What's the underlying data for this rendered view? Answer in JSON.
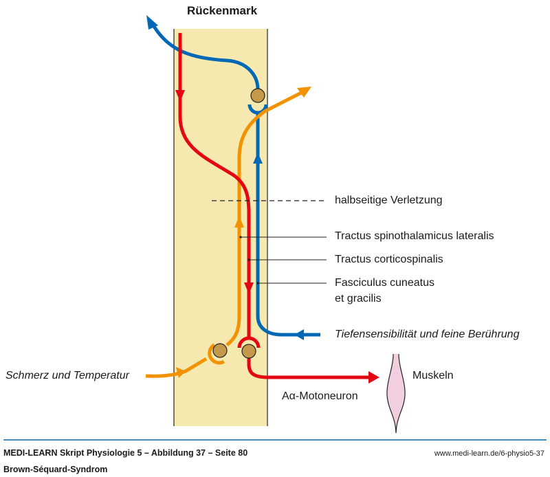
{
  "title": "Rückenmark",
  "labels": {
    "lesion": "halbseitige Verletzung",
    "spinothalamic": "Tractus spinothalamicus lateralis",
    "corticospinal": "Tractus corticospinalis",
    "fasciculus_1": "Fasciculus cuneatus",
    "fasciculus_2": "et gracilis",
    "deep_sensitivity": "Tiefensensibilität und feine Berührung",
    "pain_temp": "Schmerz und Temperatur",
    "muscles": "Muskeln",
    "motoneuron_prefix": "A",
    "motoneuron_greek": "α",
    "motoneuron_suffix": "-Motoneuron"
  },
  "footer": {
    "source": "MEDI-LEARN Skript Physiologie 5 – Abbildung 37 – Seite 80",
    "url": "www.medi-learn.de/6-physio5-37",
    "caption": "Brown-Séquard-Syndrom"
  },
  "colors": {
    "cord": "#f5e9b0",
    "red": "#e30613",
    "blue": "#0068b4",
    "orange": "#f39200",
    "neuron": "#c49a4a",
    "muscle": "#f1cfe0",
    "rule": "#0068b4"
  }
}
